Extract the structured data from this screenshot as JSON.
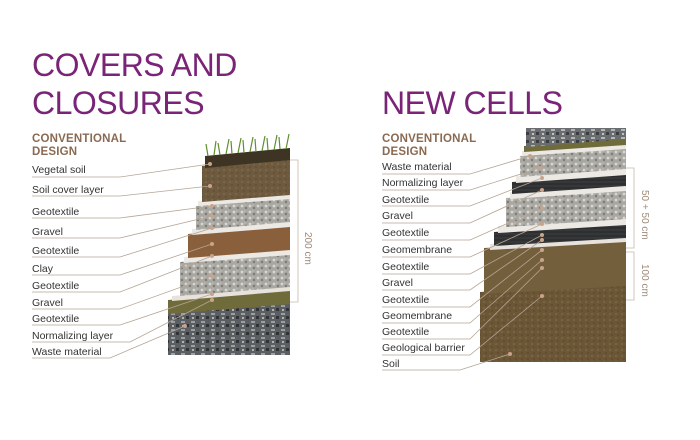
{
  "covers": {
    "title_line1": "COVERS AND",
    "title_line2": "CLOSURES",
    "subtitle_line1": "CONVENTIONAL",
    "subtitle_line2": "DESIGN",
    "layers": [
      "Vegetal soil",
      "Soil cover layer",
      "Geotextile",
      "Gravel",
      "Geotextile",
      "Clay",
      "Geotextile",
      "Gravel",
      "Geotextile",
      "Normalizing layer",
      "Waste material"
    ],
    "dimension": "200 cm"
  },
  "cells": {
    "title": "NEW CELLS",
    "subtitle_line1": "CONVENTIONAL",
    "subtitle_line2": "DESIGN",
    "layers": [
      "Waste material",
      "Normalizing layer",
      "Geotextile",
      "Gravel",
      "Geotextile",
      "Geomembrane",
      "Geotextile",
      "Gravel",
      "Geotextile",
      "Geomembrane",
      "Geotextile",
      "Geological barrier",
      "Soil"
    ],
    "dimension_top": "50 + 50 cm",
    "dimension_bottom": "100 cm"
  },
  "colors": {
    "title": "#7a2478",
    "subtitle": "#8a6a52",
    "leader": "#b5a596",
    "dimension": "#a08a78"
  }
}
